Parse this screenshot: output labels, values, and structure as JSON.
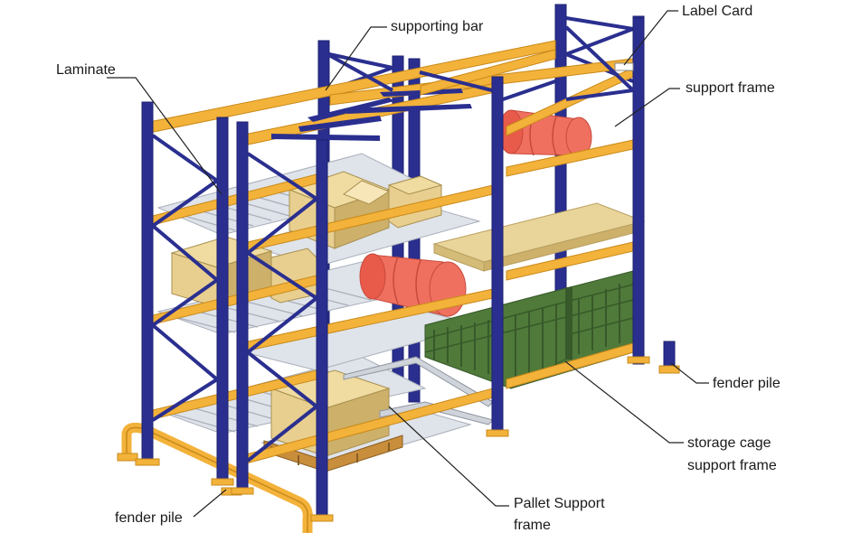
{
  "labels": {
    "supporting_bar": "supporting bar",
    "label_card": "Label Card",
    "laminate": "Laminate",
    "support_frame": "support frame",
    "fender_pile_right": "fender pile",
    "storage_cage_support_frame_line1": "storage cage",
    "storage_cage_support_frame_line2": "support frame",
    "fender_pile_left": "fender pile",
    "pallet_support_frame_line1": "Pallet Support",
    "pallet_support_frame_line2": "frame"
  },
  "colors": {
    "upright": "#2a2f8f",
    "upright_dark": "#1c2070",
    "beam": "#f3b23a",
    "beam_edge": "#c98a1a",
    "shelf": "#dfe3ea",
    "shelf_line": "#a9afba",
    "box": "#e8cf8f",
    "box_side": "#cdb06a",
    "barrel": "#f07060",
    "barrel_dark": "#c84a3c",
    "cage": "#4f7a3a",
    "cage_dark": "#38592a",
    "board": "#e9d49a",
    "pallet": "#c98e3c",
    "leader": "#222222"
  }
}
